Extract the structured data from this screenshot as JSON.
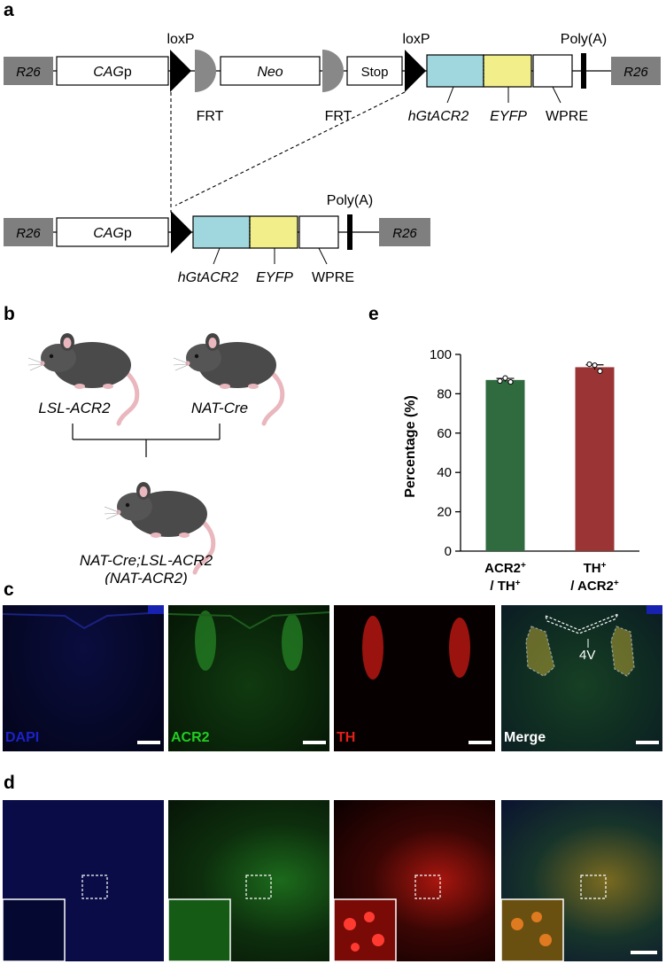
{
  "panel_labels": {
    "a": "a",
    "b": "b",
    "c": "c",
    "d": "d",
    "e": "e"
  },
  "construct_top": {
    "r26_left": "R26",
    "promoter": "CAGp",
    "neo": "Neo",
    "stop": "Stop",
    "loxp_1": "loxP",
    "loxp_2": "loxP",
    "frt_1": "FRT",
    "frt_2": "FRT",
    "gene": "hGtACR2",
    "reporter": "EYFP",
    "wpre": "WPRE",
    "polya": "Poly(A)",
    "r26_right": "R26"
  },
  "construct_bottom": {
    "r26_left": "R26",
    "promoter": "CAGp",
    "gene": "hGtACR2",
    "reporter": "EYFP",
    "wpre": "WPRE",
    "polya": "Poly(A)",
    "r26_right": "R26"
  },
  "breeding": {
    "parent_left": "LSL-ACR2",
    "parent_right": "NAT-Cre",
    "offspring_line1": "NAT-Cre;LSL-ACR2",
    "offspring_line2": "(NAT-ACR2)"
  },
  "colors": {
    "r26_box": "#7f7f7f",
    "acr2": "#a0d6dd",
    "eyfp": "#f2ee8a",
    "bar_acr2_th": "#2f6b3f",
    "bar_th_acr2": "#9b3434",
    "dapi": "#1b22c8",
    "acr2_channel": "#22cc22",
    "th_channel": "#e0201b"
  },
  "micrograph_labels_c": [
    "DAPI",
    "ACR2",
    "TH",
    "Merge"
  ],
  "annotation_4v": "4V",
  "chart_data": {
    "type": "bar",
    "ylabel": "Percentage (%)",
    "ylim": [
      0,
      100
    ],
    "yticks": [
      0,
      20,
      40,
      60,
      80,
      100
    ],
    "categories": [
      {
        "line1": "ACR2",
        "sup1": "+",
        "line2": "/ TH",
        "sup2": "+"
      },
      {
        "line1": "TH",
        "sup1": "+",
        "line2": "/ ACR2",
        "sup2": "+"
      }
    ],
    "values": [
      87,
      93.5
    ],
    "errors": [
      0.8,
      1.2
    ],
    "points": [
      [
        86.5,
        88,
        86
      ],
      [
        95,
        94.5,
        91.5
      ]
    ],
    "bar_colors": [
      "#2f6b3f",
      "#9b3434"
    ]
  }
}
